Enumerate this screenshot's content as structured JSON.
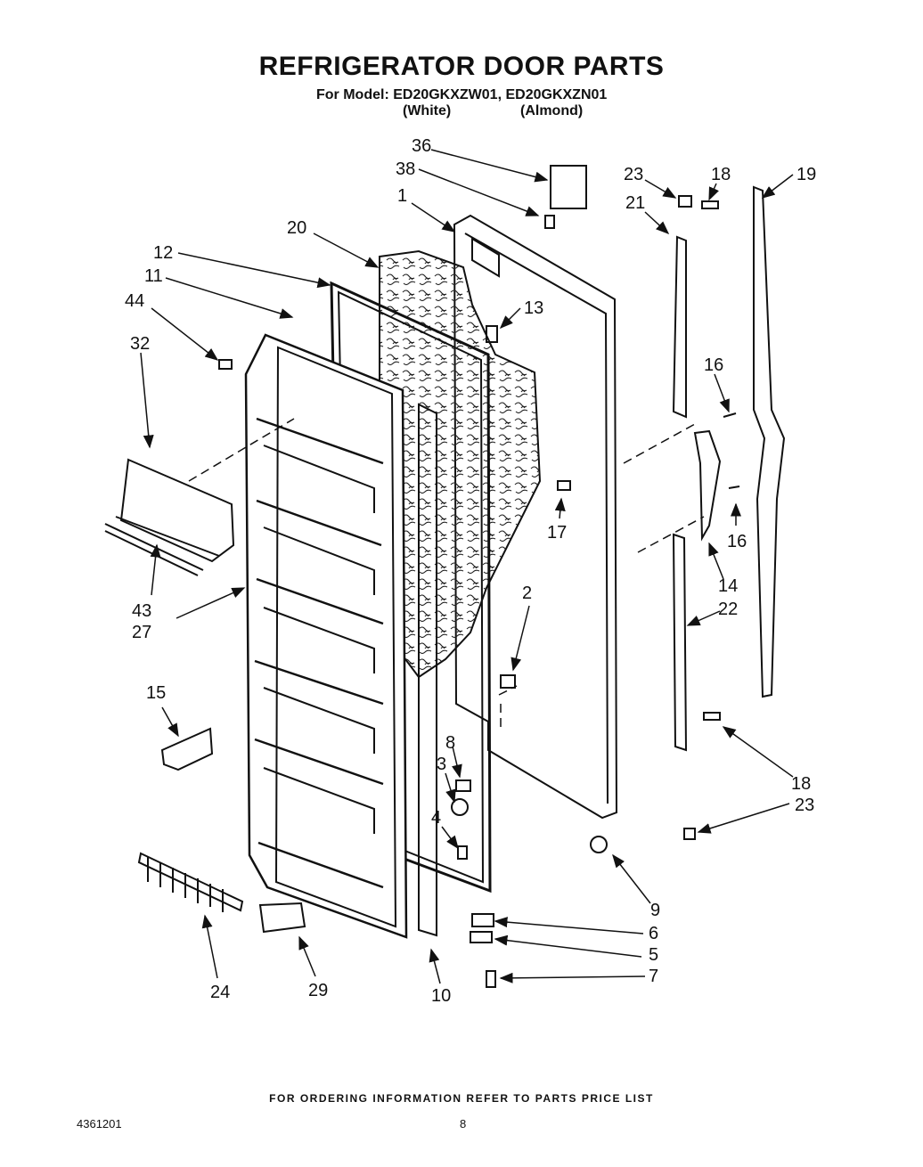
{
  "header": {
    "title": "REFRIGERATOR DOOR PARTS",
    "model_line": "For Model: ED20GKXZW01, ED20GKXZN01",
    "color_white": "(White)",
    "color_almond": "(Almond)"
  },
  "callouts": [
    "36",
    "38",
    "1",
    "20",
    "12",
    "11",
    "44",
    "32",
    "13",
    "23",
    "18",
    "19",
    "21",
    "16",
    "17",
    "16",
    "14",
    "43",
    "27",
    "2",
    "22",
    "15",
    "8",
    "3",
    "4",
    "18",
    "23",
    "9",
    "6",
    "5",
    "7",
    "24",
    "29",
    "10"
  ],
  "footer": {
    "ordering_note": "FOR ORDERING INFORMATION REFER TO PARTS PRICE LIST",
    "doc_number": "4361201",
    "page_number": "8"
  }
}
